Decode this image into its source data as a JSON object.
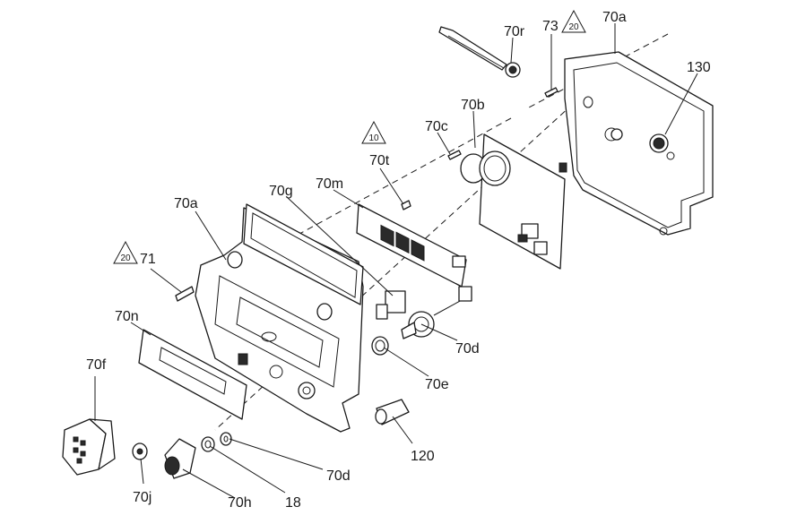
{
  "labels": {
    "l70r": "70r",
    "l73": "73",
    "l70a_top": "70a",
    "l130": "130",
    "l70b": "70b",
    "l70c": "70c",
    "l70t": "70t",
    "l70m": "70m",
    "l70g": "70g",
    "l70a_left": "70a",
    "l71": "71",
    "l70n": "70n",
    "l70f": "70f",
    "l70d_mid": "70d",
    "l70e": "70e",
    "l120": "120",
    "l70d_bot": "70d",
    "l18": "18",
    "l70h": "70h",
    "l70j": "70j"
  },
  "warnings": {
    "w20_top": "20",
    "w10": "10",
    "w20_left": "20"
  }
}
